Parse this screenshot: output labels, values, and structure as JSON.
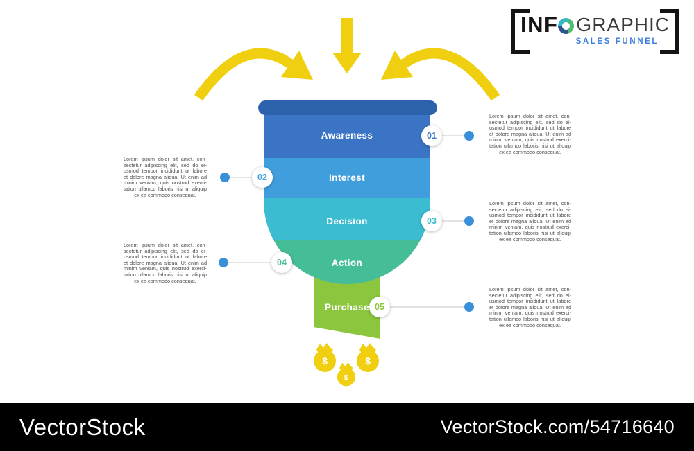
{
  "logo": {
    "prefix": "INF",
    "suffix": "GRAPHIC",
    "subtitle": "SALES FUNNEL"
  },
  "funnel": {
    "stages": [
      {
        "num": "01",
        "label": "Awareness",
        "color": "#3b74c4"
      },
      {
        "num": "02",
        "label": "Interest",
        "color": "#3f9edb"
      },
      {
        "num": "03",
        "label": "Decision",
        "color": "#3bbcd1"
      },
      {
        "num": "04",
        "label": "Action",
        "color": "#45bd98"
      },
      {
        "num": "05",
        "label": "Purchase",
        "color": "#8cc63f"
      }
    ],
    "cap_color": "#2c62ac",
    "arrow_color": "#f0cf11",
    "dot_color": "#3a8fd9",
    "connector_color": "#e4e4e4"
  },
  "money": {
    "symbol": "$"
  },
  "lorem": {
    "lines": [
      "Lorem ipsum dolor sit amet, con-",
      "sectetur adipiscing elit, sed do ei-",
      "usmod tempor incididunt ut labore",
      "et dolore magna aliqua. Ut enim ad",
      "minim veniam, quis nostrud exerci-",
      "tation ullamco laboris nisi ut aliquip",
      "ex ea commodo consequat."
    ]
  },
  "footer": {
    "brand": "VectorStock",
    "ref": "VectorStock.com/54716640"
  }
}
